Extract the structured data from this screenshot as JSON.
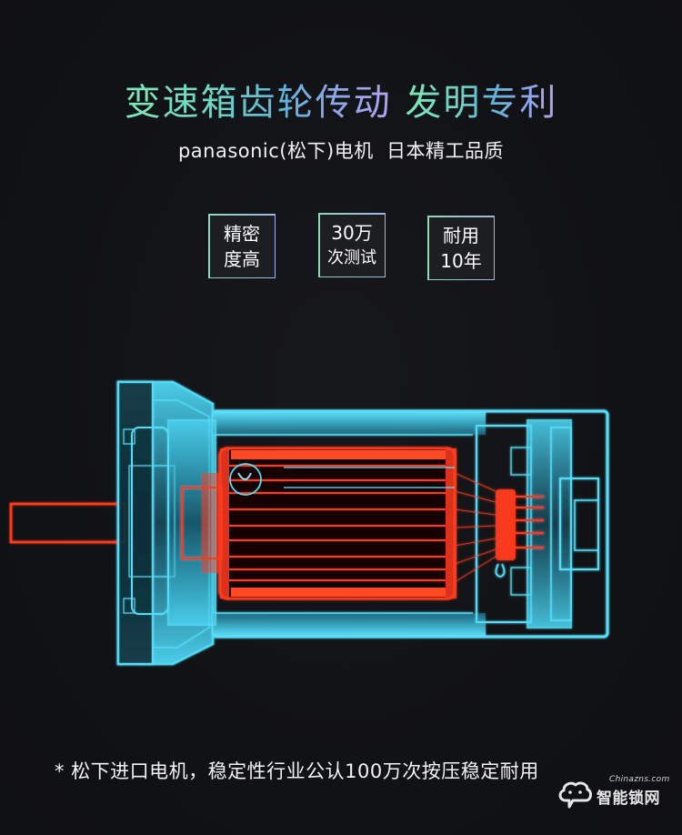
{
  "header": {
    "title_part1": "变速箱齿轮传动",
    "title_part2": "发明专利",
    "subtitle": "panasonic(松下)电机  日本精工品质",
    "title_gradient": [
      "#7fe9b6",
      "#5fb4d8",
      "#b1a4ef"
    ]
  },
  "badges": [
    {
      "line1": "精密",
      "line2": "度高"
    },
    {
      "line1": "30万",
      "line2": "次测试"
    },
    {
      "line1": "耐用",
      "line2": "10年"
    }
  ],
  "illustration": {
    "subject": "motor-xray-cutaway",
    "housing_color": "#3fc9ea",
    "rotor_color": "#ff3b1f"
  },
  "footnote": "* 松下进口电机，稳定性行业公认100万次按压稳定耐用",
  "watermark": {
    "url": "Chinazns.com",
    "name": "智能锁网",
    "icon": "cloud-chat-icon"
  },
  "colors": {
    "background": "#111215",
    "badge_fill": "#1d1e21"
  }
}
